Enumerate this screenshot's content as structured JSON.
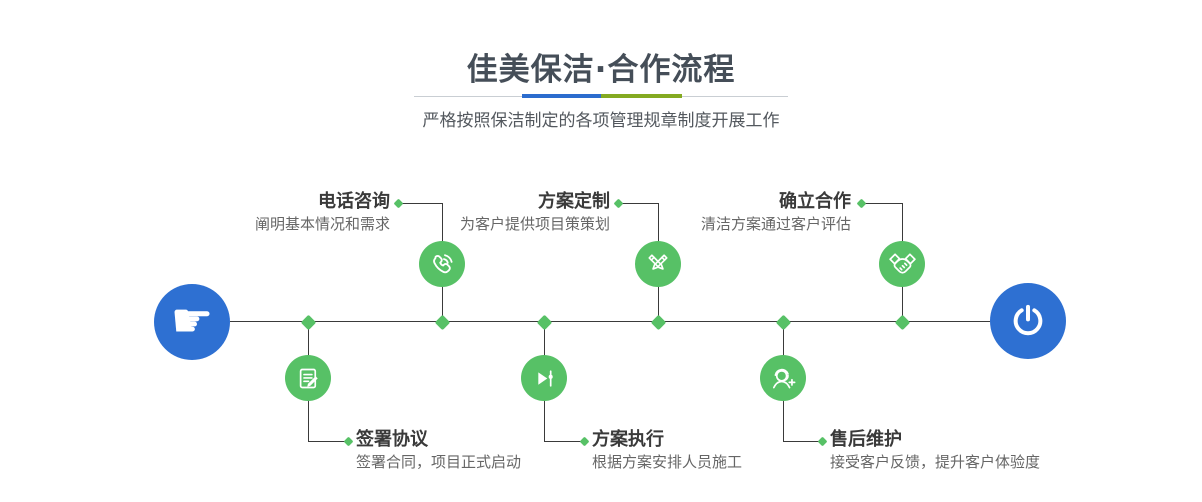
{
  "header": {
    "title": "佳美保洁·合作流程",
    "subtitle": "严格按照保洁制定的各项管理规章制度开展工作"
  },
  "colors": {
    "node_blue": "#2e70d2",
    "node_green": "#57c166",
    "accent_blue": "#2b6cce",
    "accent_green": "#84aa21",
    "line": "#3a3a3a"
  },
  "start_node": {
    "icon": "hand-pointer-icon"
  },
  "end_node": {
    "icon": "power-icon"
  },
  "steps": [
    {
      "title": "电话咨询",
      "desc": "阐明基本情况和需求",
      "icon": "phone-icon",
      "position": "top"
    },
    {
      "title": "方案定制",
      "desc": "为客户提供项目策策划",
      "icon": "pen-tools-icon",
      "position": "top"
    },
    {
      "title": "确立合作",
      "desc": "清洁方案通过客户评估",
      "icon": "handshake-icon",
      "position": "top"
    },
    {
      "title": "签署协议",
      "desc": "签署合同，项目正式启动",
      "icon": "contract-icon",
      "position": "bottom"
    },
    {
      "title": "方案执行",
      "desc": "根据方案安排人员施工",
      "icon": "play-icon",
      "position": "bottom"
    },
    {
      "title": "售后维护",
      "desc": "接受客户反馈，提升客户体验度",
      "icon": "headset-icon",
      "position": "bottom"
    }
  ]
}
